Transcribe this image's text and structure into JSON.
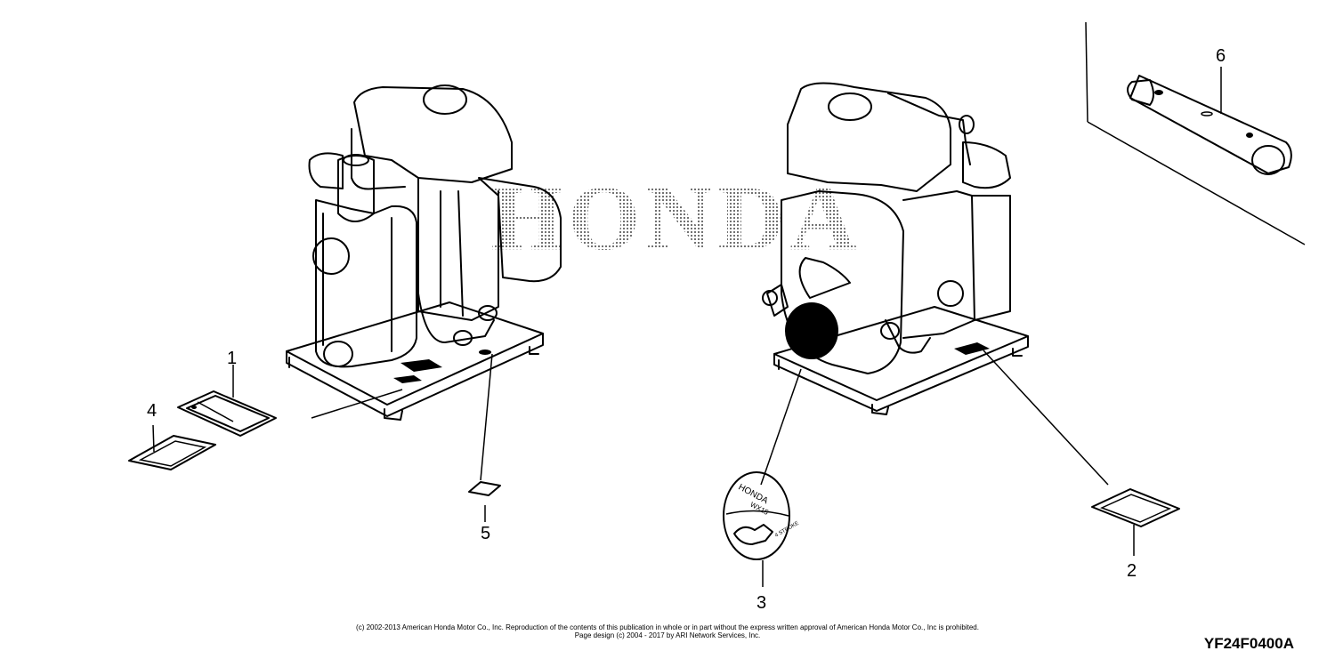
{
  "watermark": "HONDA",
  "callouts": [
    {
      "id": "1",
      "label": "1"
    },
    {
      "id": "2",
      "label": "2"
    },
    {
      "id": "3",
      "label": "3"
    },
    {
      "id": "4",
      "label": "4"
    },
    {
      "id": "5",
      "label": "5"
    },
    {
      "id": "6",
      "label": "6"
    }
  ],
  "copyright": {
    "line1": "(c) 2002-2013 American Honda Motor Co., Inc. Reproduction of the contents of this publication in whole or in part without the express written approval of American Honda Motor Co., Inc is prohibited.",
    "line2": "Page design (c) 2004 - 2017 by ARI Network Services, Inc."
  },
  "diagram_code": "YF24F0400A",
  "emblem": {
    "text1": "HONDA",
    "text2": "WX15",
    "text3": "4 STROKE"
  }
}
